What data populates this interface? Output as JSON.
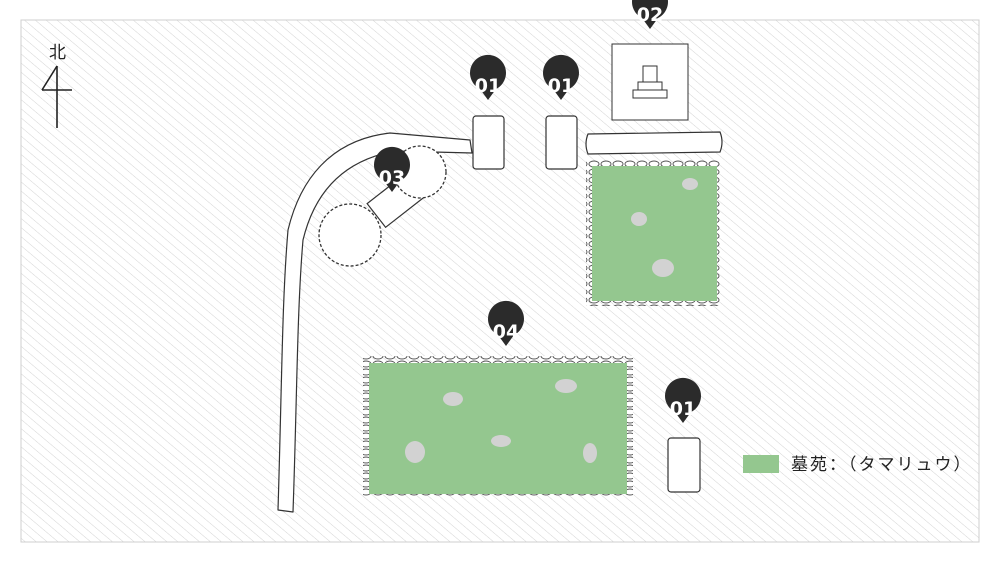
{
  "colors": {
    "garden": "#94c78f",
    "pin": "#2b2b2b",
    "stone": "#d2d2d2",
    "hatch": "#cfcfcf"
  },
  "compass": {
    "label": "北"
  },
  "markers": {
    "m1": "01",
    "m2": "02",
    "m3": "03",
    "m4": "04",
    "m5": "01",
    "m6": "01"
  },
  "legend": {
    "label": "墓苑：（タマリュウ）"
  }
}
